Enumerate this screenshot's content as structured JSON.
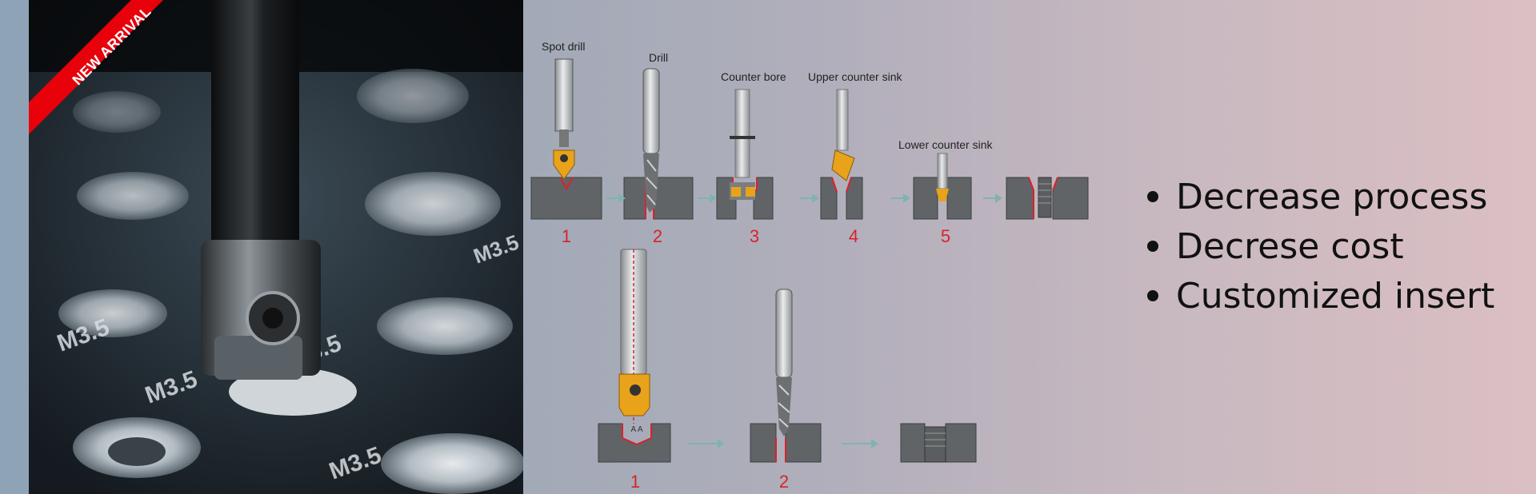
{
  "banner": {
    "ribbon_label": "NEW ARRIVAL",
    "colors": {
      "ribbon": "#e8000b",
      "accent_red": "#d8232a",
      "insert_gold": "#e8a31a",
      "arrow_teal": "#7fb3b0"
    }
  },
  "photo": {
    "description_icon": "drill-tool-photo",
    "engraved_mark": "M3.5"
  },
  "diagram": {
    "top_labels": [
      "Spot drill",
      "Drill",
      "Counter bore",
      "Upper counter sink",
      "Lower counter sink"
    ],
    "top_steps": [
      "1",
      "2",
      "3",
      "4",
      "5"
    ],
    "bottom_steps": [
      "1",
      "2"
    ],
    "dimension_label": "A A"
  },
  "features": {
    "items": [
      "Decrease process",
      "Decrese cost",
      "Customized insert"
    ]
  }
}
